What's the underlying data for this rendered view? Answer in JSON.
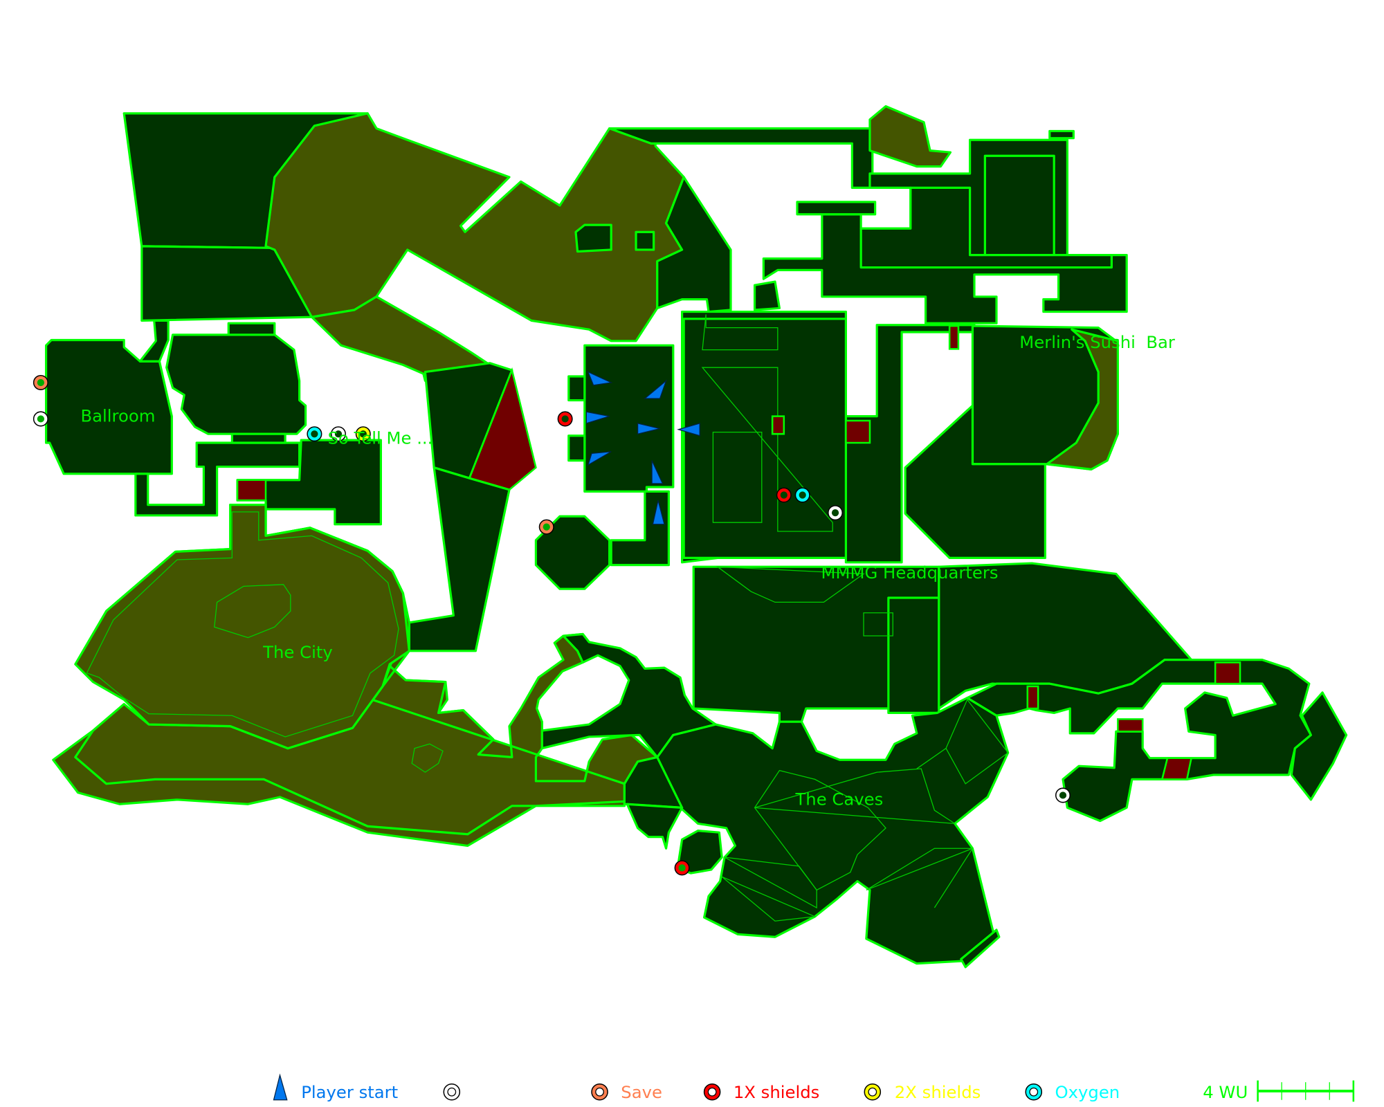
{
  "map": {
    "title": "Level map",
    "colors": {
      "floor": "#003300",
      "liquid": "#445500",
      "hazard": "#700000",
      "outline": "#00ff00",
      "player_start": "#0077ee",
      "save": "#ff7f50",
      "shield1x": "#ff0000",
      "shield2x": "#ffff00",
      "oxygen": "#00ffff",
      "blank": "#ffffff"
    },
    "areas": [
      {
        "id": "ballroom",
        "label": "Ballroom"
      },
      {
        "id": "so-tell-me",
        "label": "So Tell Me ..."
      },
      {
        "id": "the-city",
        "label": "The City"
      },
      {
        "id": "mmmg-hq",
        "label": "MMMG Headquarters"
      },
      {
        "id": "merlins",
        "label": "Merlin's Sushi  Bar"
      },
      {
        "id": "the-caves",
        "label": "The Caves"
      }
    ]
  },
  "legend": {
    "player_start": "Player start",
    "blank": "",
    "save": "Save",
    "shield1x": "1X shields",
    "shield2x": "2X shields",
    "oxygen": "Oxygen",
    "scale": "4 WU"
  }
}
